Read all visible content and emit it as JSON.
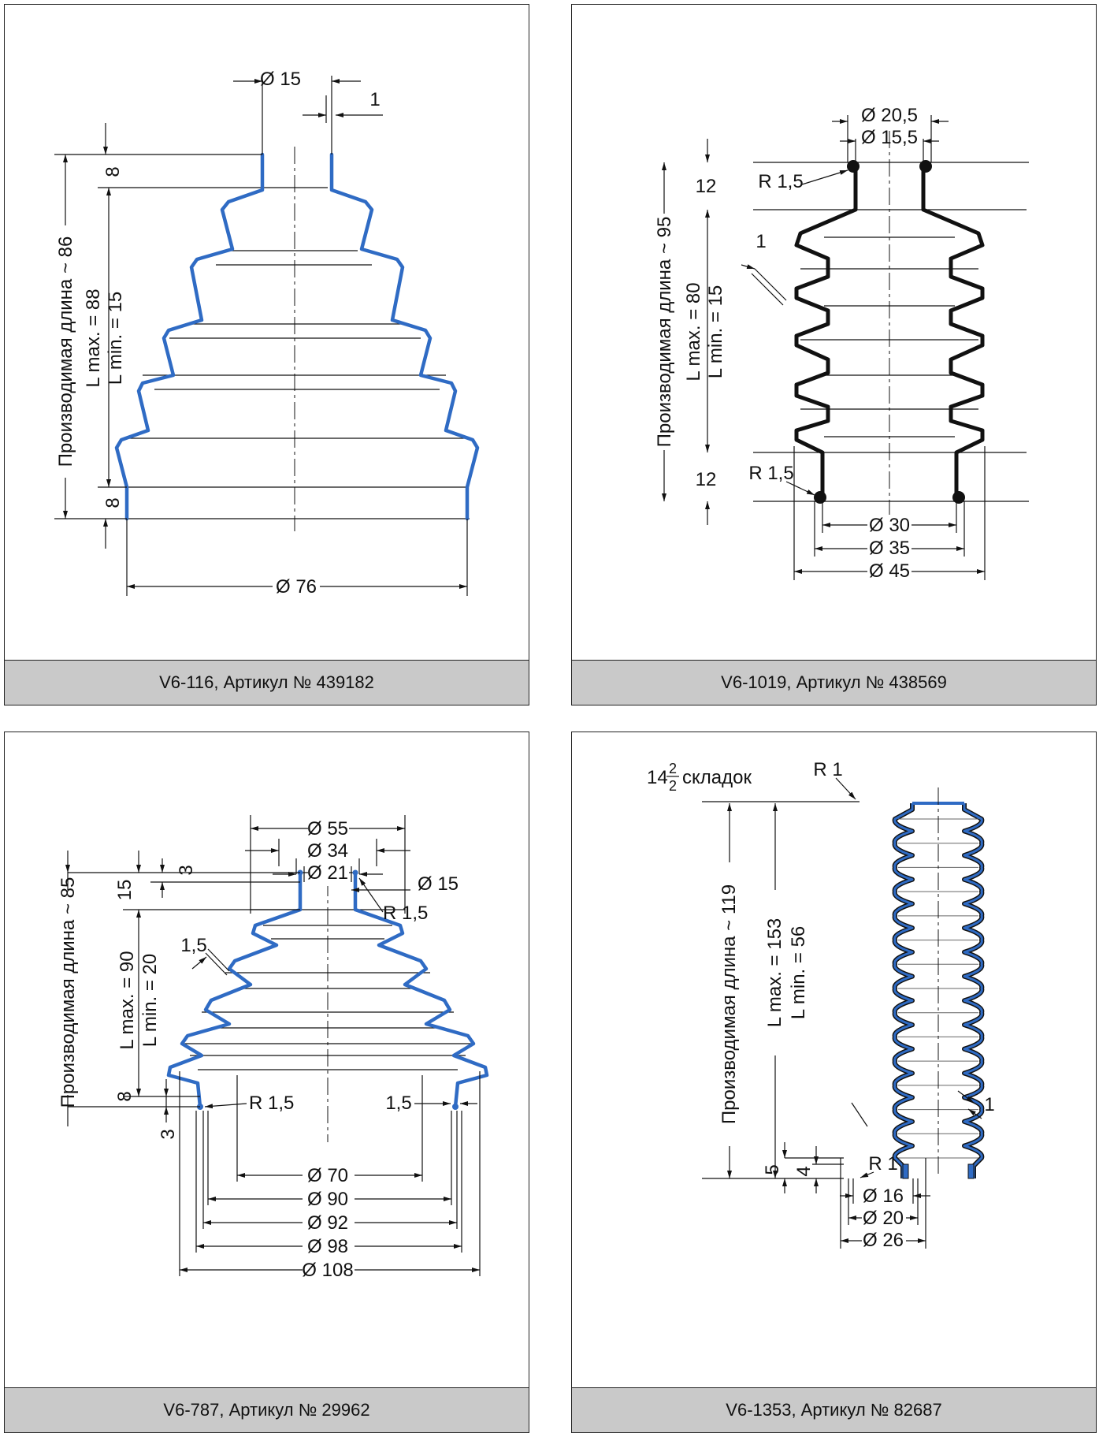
{
  "panels": [
    {
      "caption": "V6-116, Артикул № 439182",
      "labels": {
        "d_top": "Ø 15",
        "wall": "1",
        "h_top": "8",
        "h_bot": "8",
        "length": "Производимая длина ~ 86",
        "lmax": "L max. = 88",
        "lmin": "L min. = 15",
        "d_bottom": "Ø 76"
      }
    },
    {
      "caption": "V6-1019, Артикул № 438569",
      "labels": {
        "d_top_outer": "Ø 20,5",
        "d_top_inner": "Ø 15,5",
        "radius_top": "R 1,5",
        "radius_bot": "R 1,5",
        "h_top": "12",
        "h_bot": "12",
        "wall": "1",
        "length": "Производимая длина ~ 95",
        "lmax": "L max. = 80",
        "lmin": "L min. = 15",
        "d1": "Ø 30",
        "d2": "Ø 35",
        "d3": "Ø 45"
      }
    },
    {
      "caption": "V6-787, Артикул № 29962",
      "labels": {
        "d55": "Ø 55",
        "d34": "Ø 34",
        "d21": "Ø 21",
        "d15": "Ø 15",
        "h3top": "3",
        "h15": "15",
        "radius_top": "R 1,5",
        "wall": "1,5",
        "length": "Производимая длина ~ 85",
        "lmax": "L max. = 90",
        "lmin": "L min. = 20",
        "h8": "8",
        "h3bot": "3",
        "radius_bot": "R 1,5",
        "wall_bot": "1,5",
        "d70": "Ø 70",
        "d90": "Ø 90",
        "d92": "Ø 92",
        "d98": "Ø 98",
        "d108": "Ø 108"
      }
    },
    {
      "caption": "V6-1353, Артикул № 82687",
      "labels": {
        "folds_whole": "14",
        "folds_num": "2",
        "folds_den": "2",
        "folds_word": "складок",
        "radius_top": "R 1",
        "length": "Производимая длина ~ 119",
        "lmax": "L max. = 153",
        "lmin": "L min. = 56",
        "wall": "1",
        "h5": "5",
        "h4": "4",
        "radius_bot": "R 1",
        "d16": "Ø 16",
        "d20": "Ø 20",
        "d26": "Ø 26"
      }
    }
  ]
}
